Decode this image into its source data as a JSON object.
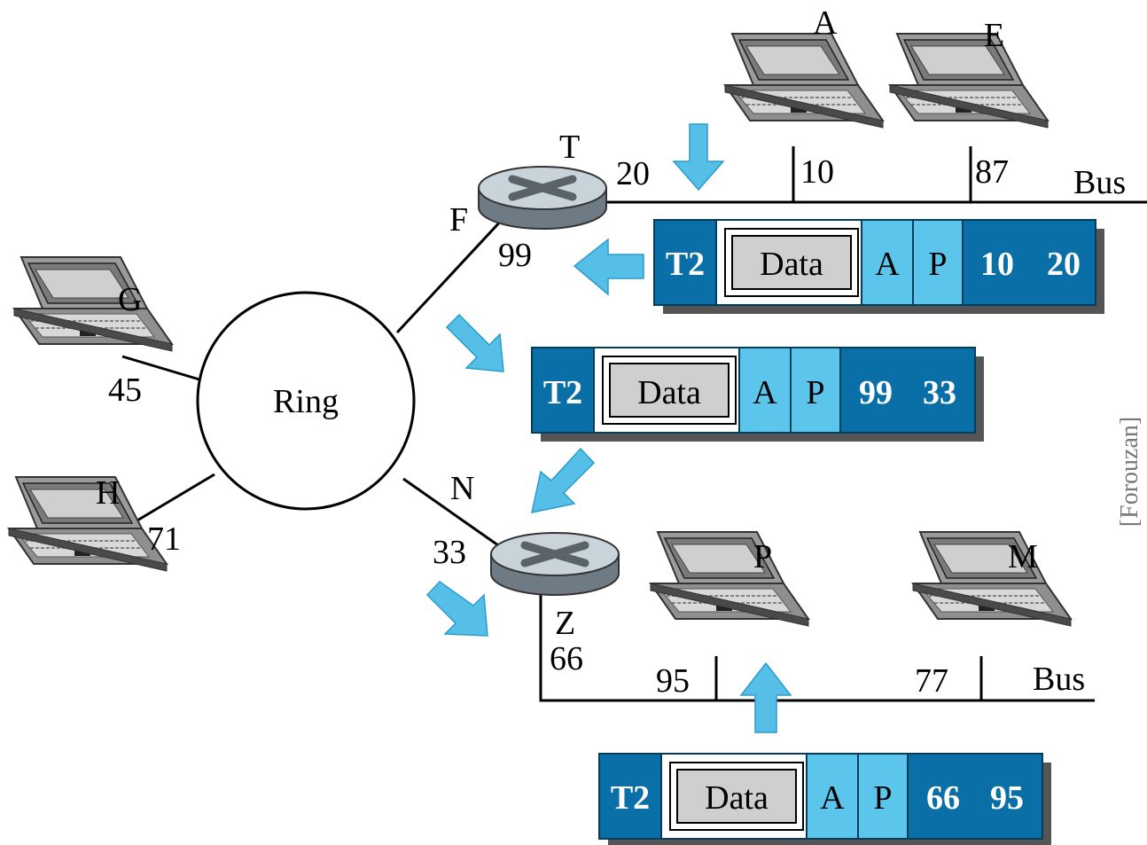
{
  "colors": {
    "frame_dark": "#0a6fa6",
    "frame_light": "#5bc5ec",
    "data_gray": "#cfcfcf",
    "arrow": "#55bfe8",
    "router_top": "#c9d3da",
    "router_side": "#7d8a93"
  },
  "ring": {
    "label": "Ring"
  },
  "routers": {
    "top": {
      "name": "T",
      "port_bus_label": "20",
      "port_ring_label": "F",
      "port_ring_addr": "99"
    },
    "bottom": {
      "name": "N",
      "port_ring_addr": "33",
      "port_bus_label": "Z",
      "port_bus_addr": "66"
    }
  },
  "buses": {
    "top_label": "Bus",
    "bottom_label": "Bus"
  },
  "hosts": [
    {
      "name": "A",
      "addr": "10",
      "icon": "laptop-icon"
    },
    {
      "name": "E",
      "addr": "87",
      "icon": "laptop-icon"
    },
    {
      "name": "G",
      "addr": "45",
      "icon": "laptop-icon"
    },
    {
      "name": "H",
      "addr": "71",
      "icon": "laptop-icon"
    },
    {
      "name": "P",
      "addr": "95",
      "icon": "laptop-icon"
    },
    {
      "name": "M",
      "addr": "77",
      "icon": "laptop-icon"
    }
  ],
  "frames": [
    {
      "trailer": "T2",
      "data": "Data",
      "a": "A",
      "p": "P",
      "dst": "10",
      "src": "20"
    },
    {
      "trailer": "T2",
      "data": "Data",
      "a": "A",
      "p": "P",
      "dst": "99",
      "src": "33"
    },
    {
      "trailer": "T2",
      "data": "Data",
      "a": "A",
      "p": "P",
      "dst": "66",
      "src": "95"
    }
  ],
  "source_note": "[Forouzan]"
}
